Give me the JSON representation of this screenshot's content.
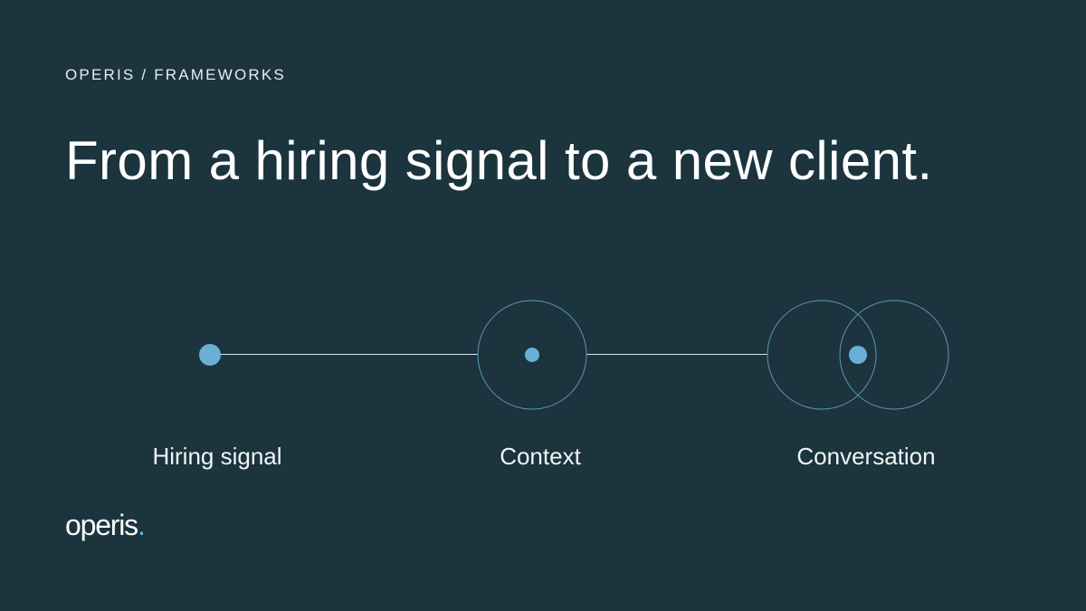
{
  "header": {
    "eyebrow": "OPERIS / FRAMEWORKS",
    "headline": "From a hiring signal to a new client."
  },
  "flow": {
    "steps": [
      {
        "label": "Hiring signal",
        "icon": "single-dot-icon"
      },
      {
        "label": "Context",
        "icon": "dot-in-circle-icon"
      },
      {
        "label": "Conversation",
        "icon": "overlapping-circles-icon"
      }
    ]
  },
  "logo": {
    "text": "operis",
    "dot": "."
  },
  "colors": {
    "background": "#1b343d",
    "accent": "#6ab0d6",
    "line": "#d9e4e8",
    "ring": "#5a98b5",
    "text": "#ffffff"
  }
}
